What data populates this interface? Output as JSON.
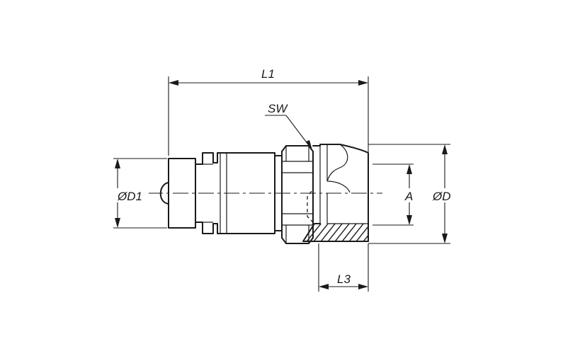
{
  "labels": {
    "l1": "L1",
    "sw": "SW",
    "d1": "ØD1",
    "a": "A",
    "d": "ØD",
    "l3": "L3"
  },
  "colors": {
    "line": "#1a1a1a",
    "background": "#ffffff"
  }
}
